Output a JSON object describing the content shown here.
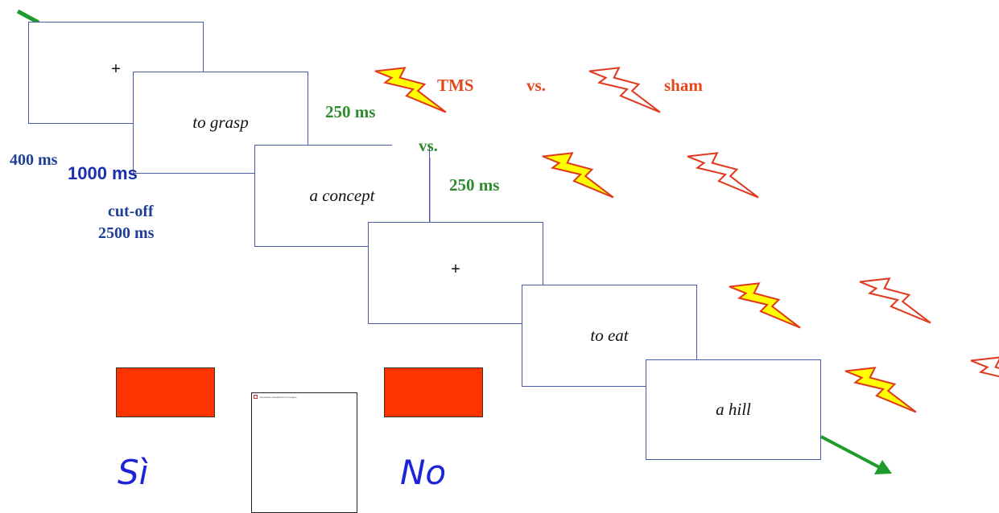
{
  "diagram": {
    "slides": [
      {
        "id": "fixation-1",
        "text": "+"
      },
      {
        "id": "verb-1",
        "text": "to grasp"
      },
      {
        "id": "noun-1",
        "text": "a concept"
      },
      {
        "id": "fixation-2",
        "text": "+"
      },
      {
        "id": "verb-2",
        "text": "to eat"
      },
      {
        "id": "noun-2",
        "text": "a hill"
      }
    ],
    "timing": {
      "fixation": "400 ms",
      "word": "1000 ms",
      "cutoff_line1": "cut-off",
      "cutoff_line2": "2500 ms",
      "pulse_delay_1": "250 ms",
      "vs_middle": "vs.",
      "pulse_delay_2": "250 ms"
    },
    "legend": {
      "tms": "TMS",
      "vs": "vs.",
      "sham": "sham"
    },
    "response": {
      "yes": "Sì",
      "no": "No",
      "image_placeholder": "Impossibile visualizzare l'immagine."
    },
    "colors": {
      "bolt_fill": "#ffff00",
      "bolt_stroke": "#e03a1e",
      "response_box": "#ff3300",
      "arrow": "#1e9b2a"
    }
  }
}
